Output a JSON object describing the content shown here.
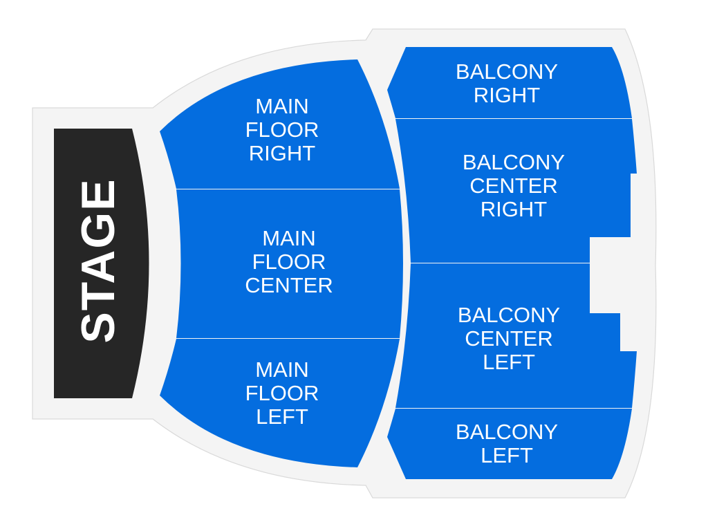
{
  "venue_map": {
    "stage": {
      "label": "STAGE",
      "color": "#262626"
    },
    "section_color": "#046ddf",
    "outline_color": "#f4f4f4",
    "sections": [
      {
        "id": "main-floor-right",
        "lines": [
          "MAIN",
          "FLOOR",
          "RIGHT"
        ]
      },
      {
        "id": "main-floor-center",
        "lines": [
          "MAIN",
          "FLOOR",
          "CENTER"
        ]
      },
      {
        "id": "main-floor-left",
        "lines": [
          "MAIN",
          "FLOOR",
          "LEFT"
        ]
      },
      {
        "id": "balcony-right",
        "lines": [
          "BALCONY",
          "RIGHT"
        ]
      },
      {
        "id": "balcony-center-right",
        "lines": [
          "BALCONY",
          "CENTER",
          "RIGHT"
        ]
      },
      {
        "id": "balcony-center-left",
        "lines": [
          "BALCONY",
          "CENTER",
          "LEFT"
        ]
      },
      {
        "id": "balcony-left",
        "lines": [
          "BALCONY",
          "LEFT"
        ]
      }
    ]
  }
}
